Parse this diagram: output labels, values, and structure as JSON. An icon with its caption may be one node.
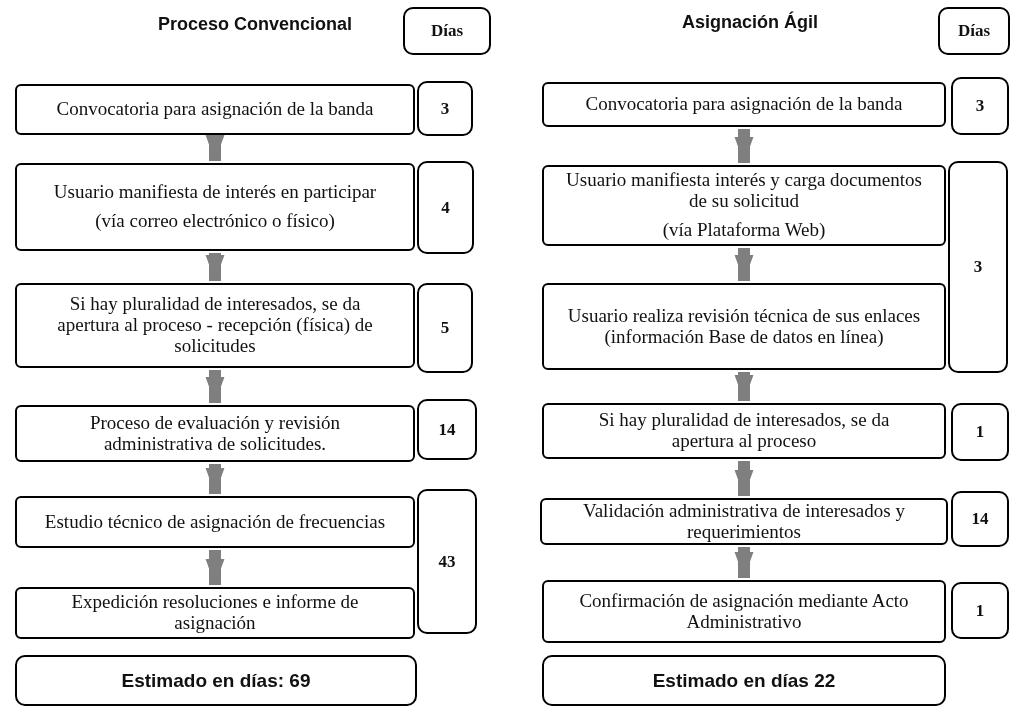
{
  "diagram": {
    "nodes": [
      {
        "text": [
          "Días"
        ]
      },
      {
        "text": [
          "Convocatoria para asignación de la banda"
        ]
      },
      {
        "text": [
          "3"
        ]
      },
      {
        "text": [
          "Usuario manifiesta de interés en participar",
          "(vía correo electrónico o físico)"
        ]
      },
      {
        "text": [
          "4"
        ]
      },
      {
        "text": [
          "Si hay pluralidad de interesados, se da apertura al proceso - recepción (física) de solicitudes"
        ]
      },
      {
        "text": [
          "5"
        ]
      },
      {
        "text": [
          "Proceso de evaluación y revisión administrativa de solicitudes."
        ]
      },
      {
        "text": [
          "14"
        ]
      },
      {
        "text": [
          "Estudio técnico de asignación de frecuencias"
        ]
      },
      {
        "text": [
          "43"
        ]
      },
      {
        "text": [
          "Expedición resoluciones e informe de asignación"
        ]
      },
      {
        "text": [
          "Estimado en días: 69"
        ]
      },
      {
        "text": [
          "Días"
        ]
      },
      {
        "text": [
          "Convocatoria para asignación de la banda"
        ]
      },
      {
        "text": [
          "3"
        ]
      },
      {
        "text": [
          "Usuario manifiesta interés y carga documentos de su solicitud",
          "(vía Plataforma Web)"
        ]
      },
      {
        "text": [
          "Usuario realiza revisión técnica de sus enlaces (información Base de datos en línea)"
        ]
      },
      {
        "text": [
          "3"
        ]
      },
      {
        "text": [
          "Si hay pluralidad de interesados, se da apertura al proceso"
        ]
      },
      {
        "text": [
          "1"
        ]
      },
      {
        "text": [
          "Validación administrativa de interesados y requerimientos"
        ]
      },
      {
        "text": [
          "14"
        ]
      },
      {
        "text": [
          "Confirmación de asignación mediante Acto Administrativo"
        ]
      },
      {
        "text": [
          "1"
        ]
      },
      {
        "text": [
          "Estimado en días 22"
        ]
      }
    ],
    "edges": [
      {
        "from": 1,
        "to": 3,
        "arrow": "to"
      },
      {
        "from": 3,
        "to": 5,
        "arrow": "to"
      },
      {
        "from": 5,
        "to": 7,
        "arrow": "to"
      },
      {
        "from": 7,
        "to": 9,
        "arrow": "to"
      },
      {
        "from": 9,
        "to": 11,
        "arrow": "to"
      },
      {
        "from": 14,
        "to": 16,
        "arrow": "to"
      },
      {
        "from": 16,
        "to": 17,
        "arrow": "to"
      },
      {
        "from": 17,
        "to": 19,
        "arrow": "to"
      },
      {
        "from": 19,
        "to": 21,
        "arrow": "to"
      },
      {
        "from": 21,
        "to": 23,
        "arrow": "to"
      }
    ],
    "labels": [
      "Proceso Convencional",
      "Asignación Ágil"
    ]
  }
}
